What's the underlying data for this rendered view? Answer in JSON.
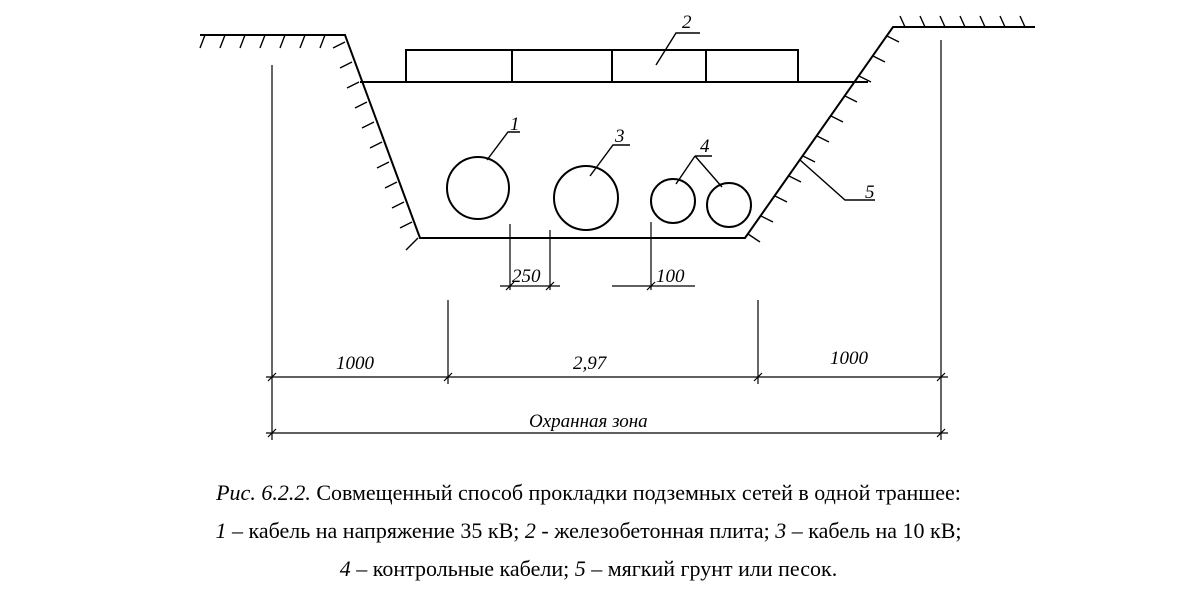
{
  "figure": {
    "labels": {
      "n1": "1",
      "n2": "2",
      "n3": "3",
      "n4": "4",
      "n5": "5"
    },
    "dimensions": {
      "d250": "250",
      "d100": "100",
      "left_1000": "1000",
      "middle": "2,97",
      "right_1000": "1000",
      "zone": "Охранная зона"
    }
  },
  "caption": {
    "fig_ref": "Рис. 6.2.2.",
    "title": " Совмещенный способ прокладки подземных сетей в одной траншее:",
    "line2": [
      {
        "num": "1",
        "text": " – кабель на напряжение 35 кВ; "
      },
      {
        "num": "2",
        "text": " - железобетонная плита; "
      },
      {
        "num": "3",
        "text": " – кабель на 10 кВ;"
      }
    ],
    "line3": [
      {
        "num": "4",
        "text": " – контрольные кабели; "
      },
      {
        "num": "5",
        "text": " – мягкий грунт или песок."
      }
    ]
  }
}
